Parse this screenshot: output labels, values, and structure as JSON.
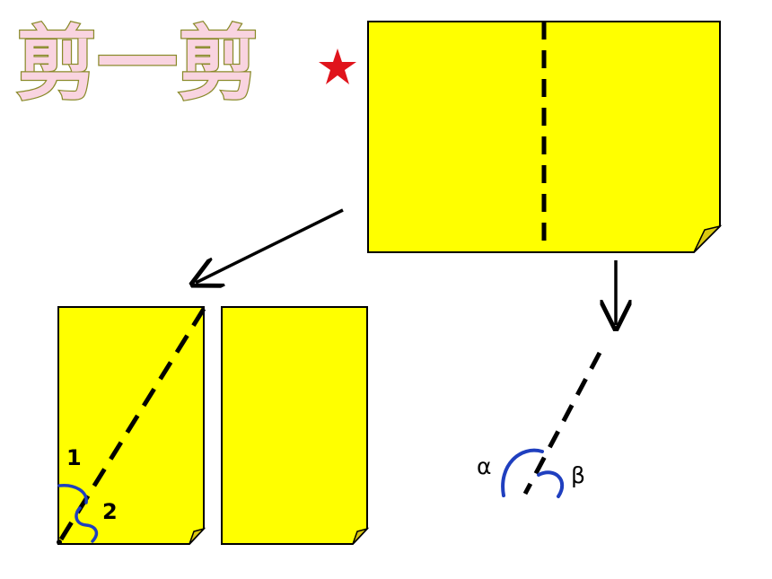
{
  "title": {
    "text": "剪一剪",
    "fill_color": "#F9D4E0",
    "outline_color": "#8A8A2A",
    "star_color": "#E0141C"
  },
  "paper": {
    "fill_color": "#FFFF00",
    "fold_color": "#D9C80F",
    "border_color": "#000000",
    "dash_color": "#000000"
  },
  "angles": {
    "label_1": "1",
    "label_2": "2",
    "alpha": "α",
    "beta": "β",
    "arc_color": "#1F3FBF"
  }
}
